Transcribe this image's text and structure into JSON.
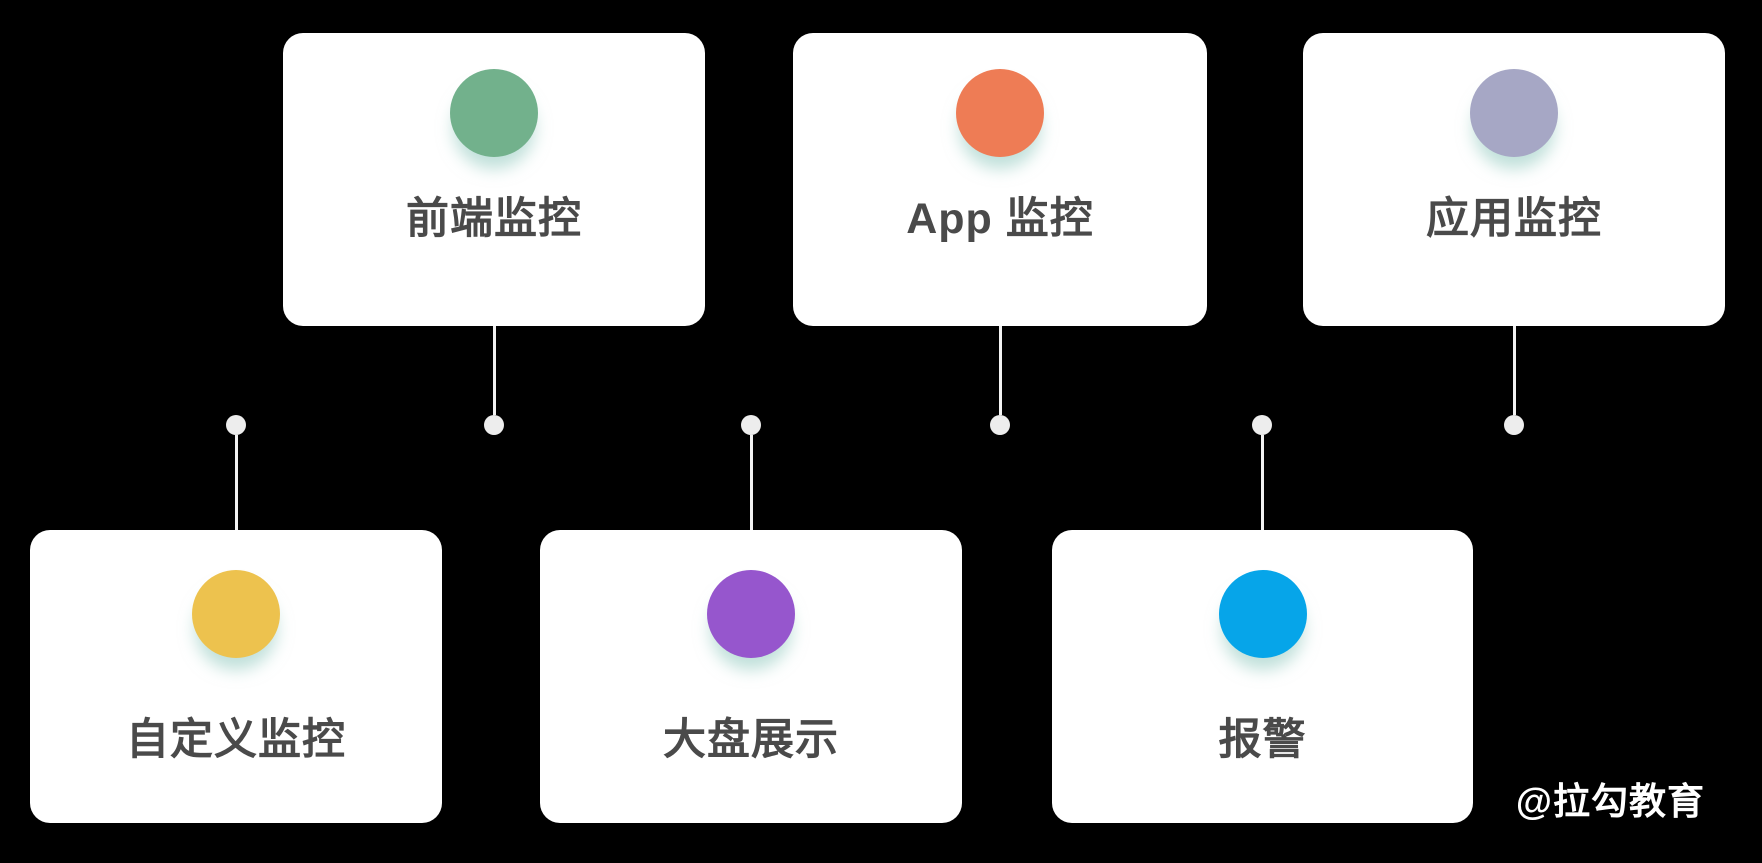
{
  "background_color": "#000000",
  "label_color": "#4a4a4a",
  "connector": {
    "line_color": "#f3f3f3",
    "dot_color": "#ededed"
  },
  "cards": [
    {
      "id": "frontend-monitoring",
      "label": "前端监控",
      "circle_color": "#72B18C",
      "row": "top"
    },
    {
      "id": "app-monitoring",
      "label": "App 监控",
      "circle_color": "#EE7C55",
      "row": "top"
    },
    {
      "id": "application-monitoring",
      "label": "应用监控",
      "circle_color": "#A6A7C5",
      "row": "top"
    },
    {
      "id": "custom-monitoring",
      "label": "自定义监控",
      "circle_color": "#EDC24E",
      "row": "bottom"
    },
    {
      "id": "dashboard-display",
      "label": "大盘展示",
      "circle_color": "#9656CD",
      "row": "bottom"
    },
    {
      "id": "alerting",
      "label": "报警",
      "circle_color": "#06A5E9",
      "row": "bottom"
    }
  ],
  "watermark": "@拉勾教育"
}
